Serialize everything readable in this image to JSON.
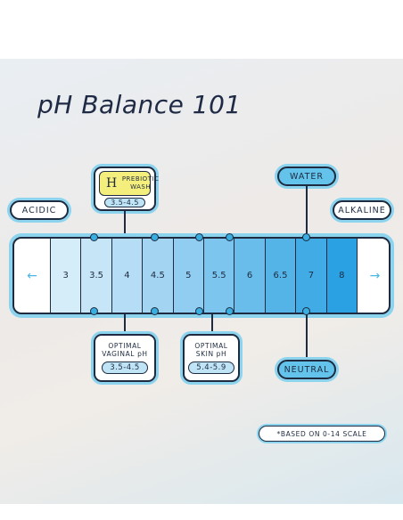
{
  "title": "pH Balance 101",
  "left_label": "ACIDIC",
  "right_label": "ALKALINE",
  "left_arrow": "←",
  "right_arrow": "→",
  "scale": [
    {
      "value": "3",
      "color": "#d5ecf9"
    },
    {
      "value": "3.5",
      "color": "#c6e5f7"
    },
    {
      "value": "4",
      "color": "#b5ddf5"
    },
    {
      "value": "4.5",
      "color": "#a3d5f3"
    },
    {
      "value": "5",
      "color": "#90cdf0"
    },
    {
      "value": "5.5",
      "color": "#7cc5ee"
    },
    {
      "value": "6",
      "color": "#68bdeb"
    },
    {
      "value": "6.5",
      "color": "#54b4e8"
    },
    {
      "value": "7",
      "color": "#40abe5"
    },
    {
      "value": "8",
      "color": "#2aa1e2"
    }
  ],
  "callouts": {
    "prebiotic": {
      "brand": "H",
      "line1": "PREBIOTIC",
      "line2": "WASH",
      "range": "3.5-4.5",
      "bg": "#f4ee7d"
    },
    "water": {
      "label": "WATER"
    },
    "vaginal": {
      "line1": "OPTIMAL",
      "line2": "VAGINAL pH",
      "range": "3.5-4.5"
    },
    "skin": {
      "line1": "OPTIMAL",
      "line2": "SKIN pH",
      "range": "5.4-5.9"
    },
    "neutral": {
      "label": "NEUTRAL"
    }
  },
  "footnote": "*BASED ON 0-14 SCALE",
  "colors": {
    "outline": "#1e2b40",
    "glow": "#8cd4ee",
    "accent_blue": "#63c3ea"
  }
}
